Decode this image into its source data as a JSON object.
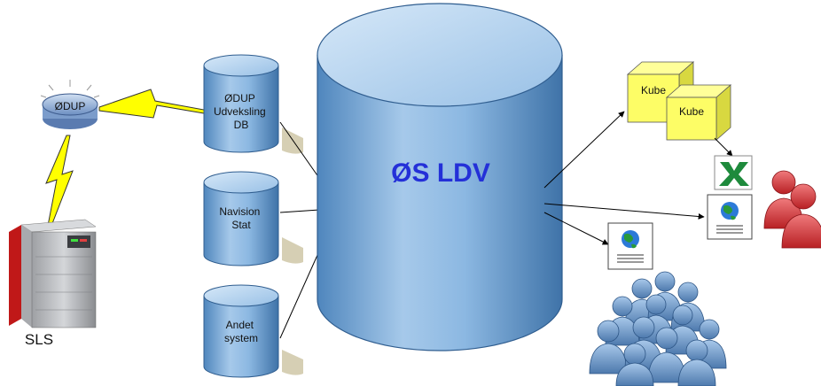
{
  "router": {
    "label": "ØDUP",
    "icon": "router-icon"
  },
  "server": {
    "label": "SLS",
    "icon": "server-icon"
  },
  "sources": [
    {
      "label_lines": [
        "ØDUP",
        "Udveksling",
        "DB"
      ],
      "icon": "database-icon"
    },
    {
      "label_lines": [
        "Navision",
        "Stat"
      ],
      "icon": "database-icon"
    },
    {
      "label_lines": [
        "Andet",
        "system"
      ],
      "icon": "database-icon"
    }
  ],
  "warehouse": {
    "label": "ØS LDV",
    "icon": "database-icon"
  },
  "cubes": [
    {
      "label": "Kube",
      "icon": "cube-icon"
    },
    {
      "label": "Kube",
      "icon": "cube-icon"
    }
  ],
  "outputs": {
    "excel_icon": "excel-icon",
    "report_icon": "web-report-icon",
    "user_group_icon": "user-group-icon",
    "users_icon": "users-icon"
  },
  "colors": {
    "cylinder": "#7fb0dc",
    "cylinder_top": "#bcd8f1",
    "warehouse_label": "#2430d8",
    "cube_face": "#fdfd66",
    "lightning": "#ffff00",
    "user_red": "#e0484c",
    "user_blue": "#7aa4cf",
    "excel_green": "#1e8a3c"
  }
}
